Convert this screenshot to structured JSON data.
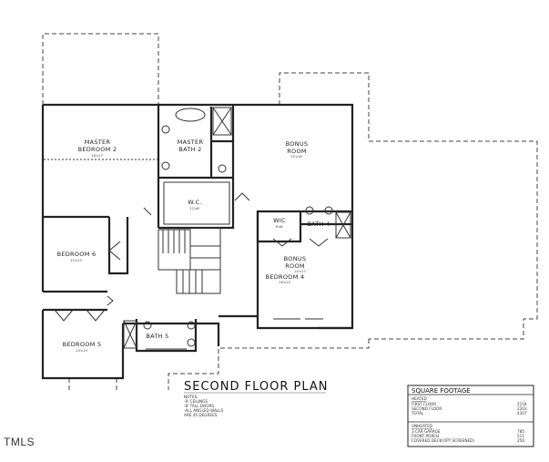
{
  "plan": {
    "title": "SECOND FLOOR PLAN",
    "notes": [
      "NOTES:",
      "-9' CEILINGS",
      "-8' TALL DOORS",
      "-ALL ANGLED WALLS",
      "ARE 45 DEGREES"
    ],
    "rooms": [
      {
        "name": "MASTER",
        "name2": "BEDROOM 2",
        "dim": "16'x17'"
      },
      {
        "name": "MASTER",
        "name2": "BATH 2",
        "dim": ""
      },
      {
        "name": "W.C.",
        "name2": "",
        "dim": "12'x8'"
      },
      {
        "name": "BONUS",
        "name2": "ROOM",
        "dim": "20'x16'"
      },
      {
        "name": "WIC",
        "name2": "",
        "dim": "6'x6'"
      },
      {
        "name": "BATH 4",
        "name2": "",
        "dim": ""
      },
      {
        "name": "BEDROOM 6",
        "name2": "",
        "dim": "12'x13'"
      },
      {
        "name": "BONUS",
        "name2": "ROOM",
        "dim": "20'x17'"
      },
      {
        "name": "BEDROOM 4",
        "name2": "",
        "dim": "16'x13'"
      },
      {
        "name": "BATH 5",
        "name2": "",
        "dim": ""
      },
      {
        "name": "BEDROOM 5",
        "name2": "",
        "dim": "13'x13'"
      }
    ]
  },
  "square_footage": {
    "title": "SQUARE FOOTAGE",
    "heated_label": "HEATED",
    "heated": [
      {
        "label": "FIRST FLOOR",
        "value": "2154"
      },
      {
        "label": "SECOND FLOOR",
        "value": "2203"
      },
      {
        "label": "TOTAL",
        "value": "4357"
      }
    ],
    "unheated_label": "UNHEATED",
    "unheated": [
      {
        "label": "3 CAR GARAGE",
        "value": "785"
      },
      {
        "label": "FRONT PORCH",
        "value": "511"
      },
      {
        "label": "COVERED DECK(OPT SCREENED)",
        "value": "256"
      }
    ]
  },
  "brand": "TMLS"
}
